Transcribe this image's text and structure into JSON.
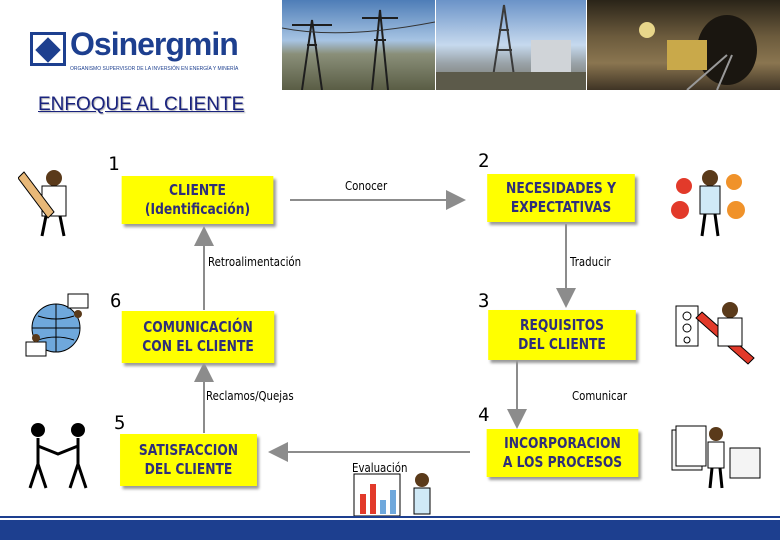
{
  "header": {
    "logo_name": "Osinergmin",
    "logo_subtitle": "ORGANISMO SUPERVISOR DE LA INVERSIÓN EN ENERGÍA Y MINERÍA",
    "photos": [
      "transmission-towers-photo",
      "oil-drilling-photo",
      "mining-tunnel-photo"
    ]
  },
  "title": "ENFOQUE AL CLIENTE",
  "diagram": {
    "nodes": [
      {
        "number": "1",
        "label": "CLIENTE\n(Identificación)"
      },
      {
        "number": "2",
        "label": "NECESIDADES Y\nEXPECTATIVAS"
      },
      {
        "number": "3",
        "label": "REQUISITOS\nDEL CLIENTE"
      },
      {
        "number": "4",
        "label": "INCORPORACION\nA LOS PROCESOS"
      },
      {
        "number": "5",
        "label": "SATISFACCION\nDEL CLIENTE"
      },
      {
        "number": "6",
        "label": "COMUNICACIÓN\nCON EL CLIENTE"
      }
    ],
    "edges": {
      "conocer": "Conocer",
      "traducir": "Traducir",
      "comunicar": "Comunicar",
      "evaluacion": "Evaluación",
      "reclamos": "Reclamos/Quejas",
      "retroalimentacion": "Retroalimentación"
    }
  },
  "colors": {
    "box_fill": "#ffff00",
    "box_text": "#2e2e7a",
    "connector": "#8c8c8c",
    "brand": "#1d3f8f"
  }
}
